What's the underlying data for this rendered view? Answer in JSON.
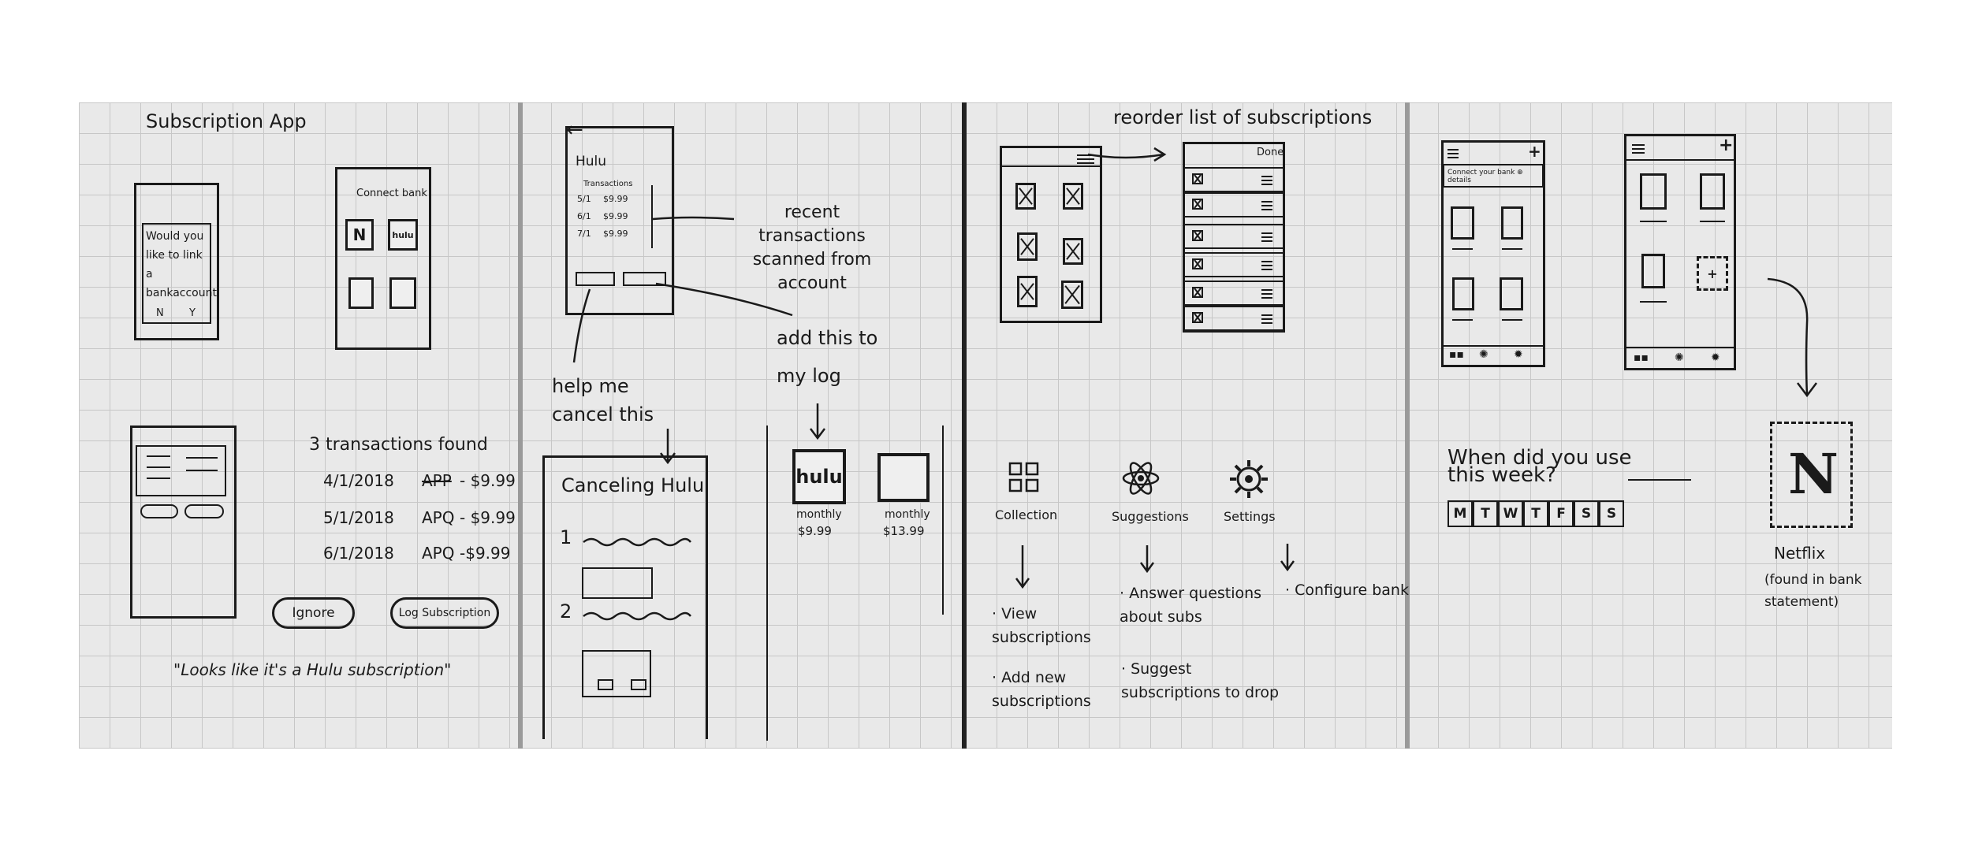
{
  "page1": {
    "title": "Subscription App",
    "dialog_text": "Would you like to link a bankaccount",
    "dialog_no": "N",
    "dialog_yes": "Y",
    "connect_bank": "Connect bank",
    "tile_n": "N",
    "tile_hulu": "hulu",
    "transactions_heading": "3 transactions found",
    "transactions": [
      {
        "date": "4/1/2018",
        "merchant": "APP",
        "amount": "- $9.99"
      },
      {
        "date": "5/1/2018",
        "merchant": "APQ",
        "amount": "- $9.99"
      },
      {
        "date": "6/1/2018",
        "merchant": "APQ",
        "amount": "-$9.99"
      }
    ],
    "ignore_button": "Ignore",
    "log_button": "Log Subscription",
    "quote": "\"Looks like it's a Hulu subscription\""
  },
  "page2": {
    "back_arrow": "←",
    "hulu_title": "Hulu",
    "transactions_label": "Transactions",
    "rows": [
      {
        "date": "5/1",
        "amount": "$9.99"
      },
      {
        "date": "6/1",
        "amount": "$9.99"
      },
      {
        "date": "7/1",
        "amount": "$9.99"
      }
    ],
    "recent_note": "recent transactions scanned from account",
    "help_note": "help me cancel this",
    "add_note": "add this to my log",
    "canceling_title": "Canceling Hulu",
    "step1": "1",
    "step2": "2",
    "card1_logo": "hulu",
    "card1_period": "monthly",
    "card1_price": "$9.99",
    "card2_period": "monthly",
    "card2_price": "$13.99"
  },
  "page3": {
    "reorder_note": "reorder list of subscriptions",
    "done": "Done",
    "collection": "Collection",
    "suggestions": "Suggestions",
    "settings": "Settings",
    "view_subs": "· View subscriptions",
    "add_new_subs": "· Add new subscriptions",
    "answer_questions": "· Answer questions about subs",
    "suggest_subs": "· Suggest subscriptions to drop",
    "configure_bank": "· Configure bank"
  },
  "page4": {
    "connect_banner": "Connect your bank ⊕ details",
    "plus": "+",
    "question": "When did you use this week?",
    "days": [
      "M",
      "T",
      "W",
      "T",
      "F",
      "S",
      "S"
    ],
    "netflix_logo": "N",
    "netflix_label": "Netflix",
    "netflix_note": "(found in bank statement)"
  }
}
